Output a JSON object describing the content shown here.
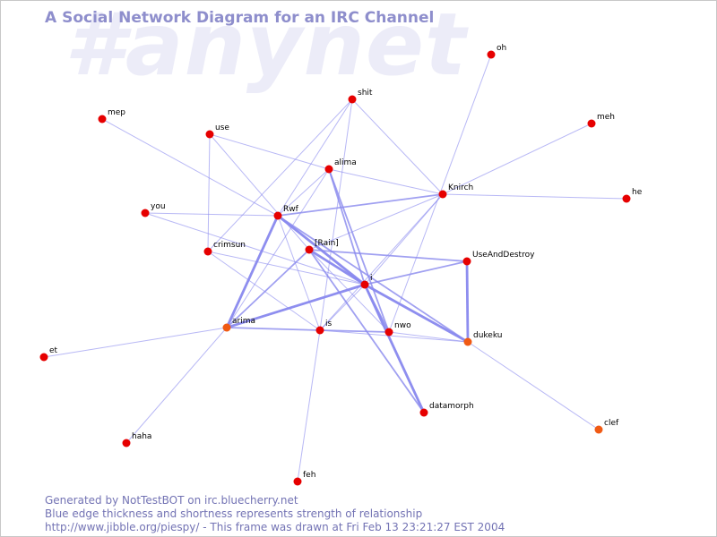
{
  "watermark": "#anynet",
  "title": "A Social Network Diagram for an IRC Channel",
  "footer": {
    "line1": "Generated by NotTestBOT on irc.bluecherry.net",
    "line2": "Blue edge thickness and shortness represents strength of relationship",
    "line3": "http://www.jibble.org/piespy/ - This frame was drawn at Fri Feb 13 23:21:27 EST 2004"
  },
  "colors": {
    "node": "#e60000",
    "node_active": "#f05a14",
    "edge": "#8888ee",
    "title": "#8e8ecc",
    "watermark": "#ececf8"
  },
  "nodes": [
    {
      "id": "oh",
      "label": "oh"
    },
    {
      "id": "shit",
      "label": "shit"
    },
    {
      "id": "mep",
      "label": "mep"
    },
    {
      "id": "use",
      "label": "use"
    },
    {
      "id": "meh",
      "label": "meh"
    },
    {
      "id": "alima",
      "label": "alima"
    },
    {
      "id": "Knirch",
      "label": "Knirch"
    },
    {
      "id": "he",
      "label": "he"
    },
    {
      "id": "you",
      "label": "you"
    },
    {
      "id": "Rwf",
      "label": "Rwf"
    },
    {
      "id": "crimsun",
      "label": "crimsun"
    },
    {
      "id": "Rain",
      "label": "[Rain]"
    },
    {
      "id": "UseAndDestroy",
      "label": "UseAndDestroy"
    },
    {
      "id": "i",
      "label": "i"
    },
    {
      "id": "arima",
      "label": "arima",
      "active": true
    },
    {
      "id": "is",
      "label": "is"
    },
    {
      "id": "nwo",
      "label": "nwo"
    },
    {
      "id": "dukeku",
      "label": "dukeku",
      "active": true
    },
    {
      "id": "et",
      "label": "et"
    },
    {
      "id": "datamorph",
      "label": "datamorph"
    },
    {
      "id": "clef",
      "label": "clef",
      "active": true
    },
    {
      "id": "haha",
      "label": "haha"
    },
    {
      "id": "feh",
      "label": "feh"
    }
  ],
  "edges": [
    {
      "source": "oh",
      "target": "nwo",
      "weight": 1
    },
    {
      "source": "shit",
      "target": "Rwf",
      "weight": 1
    },
    {
      "source": "shit",
      "target": "is",
      "weight": 1
    },
    {
      "source": "shit",
      "target": "Knirch",
      "weight": 1
    },
    {
      "source": "shit",
      "target": "crimsun",
      "weight": 1
    },
    {
      "source": "mep",
      "target": "Rwf",
      "weight": 1
    },
    {
      "source": "use",
      "target": "crimsun",
      "weight": 1
    },
    {
      "source": "use",
      "target": "alima",
      "weight": 1
    },
    {
      "source": "use",
      "target": "Rain",
      "weight": 1
    },
    {
      "source": "meh",
      "target": "Knirch",
      "weight": 1
    },
    {
      "source": "alima",
      "target": "Rwf",
      "weight": 1
    },
    {
      "source": "alima",
      "target": "Knirch",
      "weight": 1
    },
    {
      "source": "alima",
      "target": "i",
      "weight": 2
    },
    {
      "source": "alima",
      "target": "arima",
      "weight": 1
    },
    {
      "source": "alima",
      "target": "nwo",
      "weight": 2
    },
    {
      "source": "Knirch",
      "target": "he",
      "weight": 1
    },
    {
      "source": "Knirch",
      "target": "Rwf",
      "weight": 2
    },
    {
      "source": "Knirch",
      "target": "i",
      "weight": 1
    },
    {
      "source": "Knirch",
      "target": "is",
      "weight": 1
    },
    {
      "source": "Knirch",
      "target": "Rain",
      "weight": 1
    },
    {
      "source": "you",
      "target": "Rwf",
      "weight": 1
    },
    {
      "source": "you",
      "target": "i",
      "weight": 1
    },
    {
      "source": "Rwf",
      "target": "i",
      "weight": 3
    },
    {
      "source": "Rwf",
      "target": "arima",
      "weight": 3
    },
    {
      "source": "Rwf",
      "target": "is",
      "weight": 1
    },
    {
      "source": "Rwf",
      "target": "dukeku",
      "weight": 2
    },
    {
      "source": "crimsun",
      "target": "i",
      "weight": 1
    },
    {
      "source": "crimsun",
      "target": "is",
      "weight": 1
    },
    {
      "source": "Rain",
      "target": "i",
      "weight": 3
    },
    {
      "source": "Rain",
      "target": "arima",
      "weight": 2
    },
    {
      "source": "Rain",
      "target": "UseAndDestroy",
      "weight": 2
    },
    {
      "source": "Rain",
      "target": "nwo",
      "weight": 1
    },
    {
      "source": "Rain",
      "target": "datamorph",
      "weight": 2
    },
    {
      "source": "UseAndDestroy",
      "target": "i",
      "weight": 2
    },
    {
      "source": "UseAndDestroy",
      "target": "dukeku",
      "weight": 3
    },
    {
      "source": "i",
      "target": "arima",
      "weight": 3
    },
    {
      "source": "i",
      "target": "is",
      "weight": 1
    },
    {
      "source": "i",
      "target": "nwo",
      "weight": 2
    },
    {
      "source": "i",
      "target": "dukeku",
      "weight": 3
    },
    {
      "source": "i",
      "target": "datamorph",
      "weight": 3
    },
    {
      "source": "arima",
      "target": "is",
      "weight": 2
    },
    {
      "source": "arima",
      "target": "et",
      "weight": 1
    },
    {
      "source": "arima",
      "target": "haha",
      "weight": 1
    },
    {
      "source": "is",
      "target": "nwo",
      "weight": 2
    },
    {
      "source": "is",
      "target": "dukeku",
      "weight": 1
    },
    {
      "source": "is",
      "target": "feh",
      "weight": 1
    },
    {
      "source": "nwo",
      "target": "dukeku",
      "weight": 1
    },
    {
      "source": "dukeku",
      "target": "clef",
      "weight": 1
    }
  ]
}
